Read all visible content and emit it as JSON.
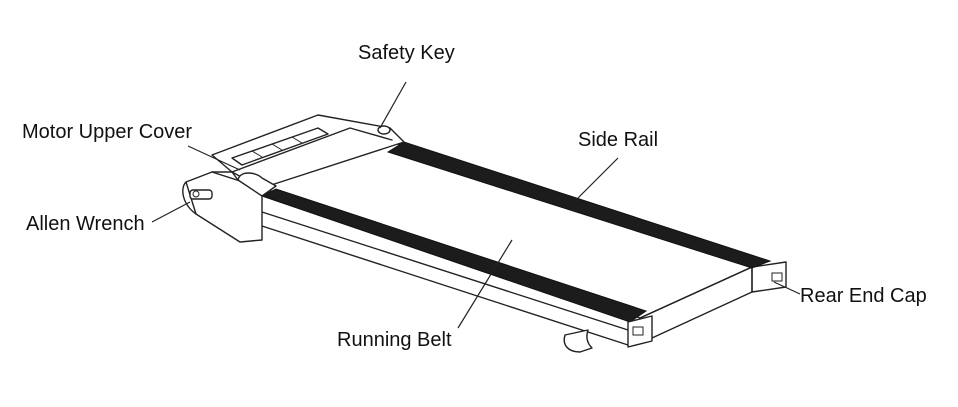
{
  "labels": {
    "safety_key": "Safety Key",
    "motor_upper_cover": "Motor Upper Cover",
    "side_rail": "Side Rail",
    "allen_wrench": "Allen Wrench",
    "rear_end_cap": "Rear End Cap",
    "running_belt": "Running Belt"
  },
  "colors": {
    "line": "#222222",
    "rail": "#1c1c1c",
    "background": "#ffffff"
  }
}
